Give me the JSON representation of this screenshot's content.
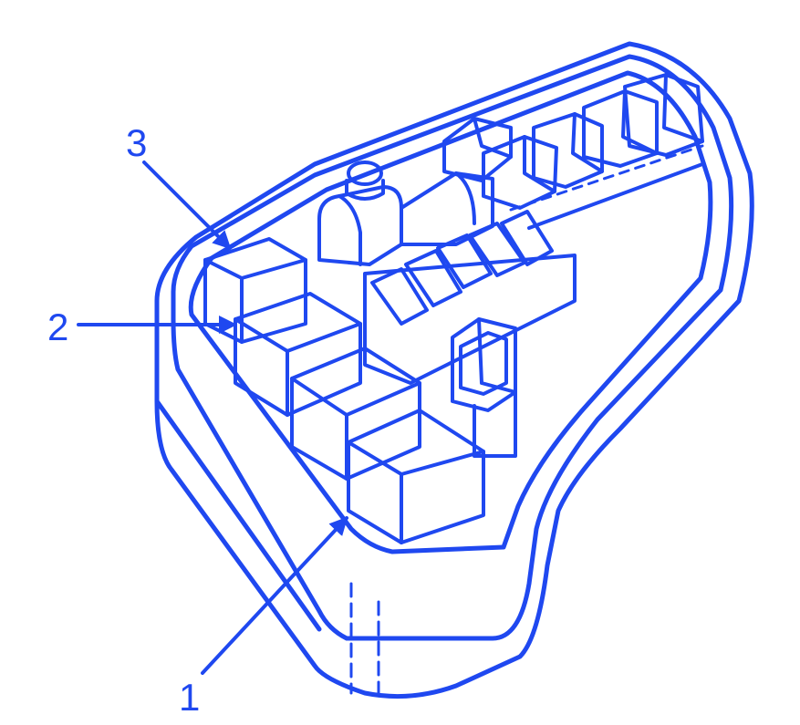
{
  "diagram": {
    "line_color": "#1f48f0",
    "background": "#ffffff",
    "callouts": [
      {
        "label": "3",
        "target": "relay-3"
      },
      {
        "label": "2",
        "target": "relay-2"
      },
      {
        "label": "1",
        "target": "relay-1"
      }
    ]
  }
}
